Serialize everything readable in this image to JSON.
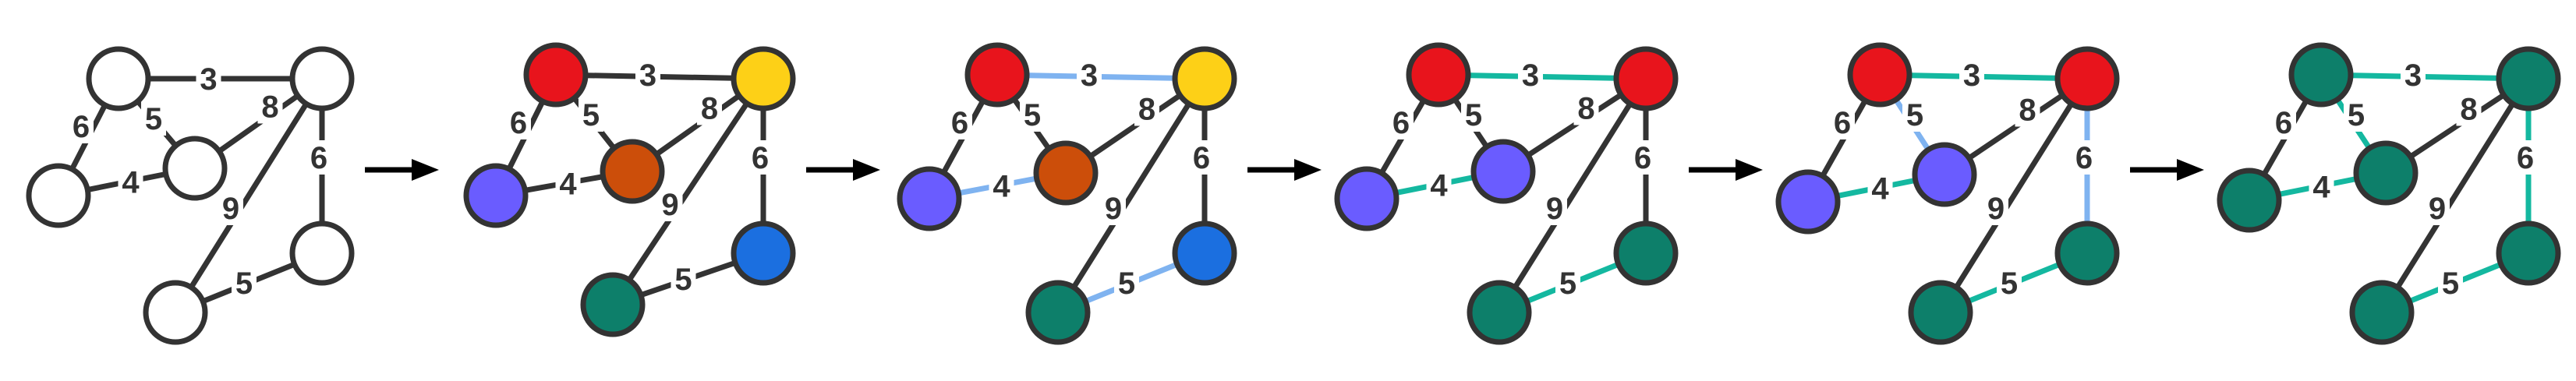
{
  "colors": {
    "stroke": "#333333",
    "edge_default": "#333333",
    "node_empty": "#ffffff",
    "arrow": "#000000",
    "label_bg": "#ffffff"
  },
  "graph": {
    "nodes": [
      "n1",
      "n2",
      "n3",
      "n4",
      "n5",
      "n6",
      "n7"
    ],
    "edges": [
      {
        "id": "e13",
        "from": "n1",
        "to": "n2",
        "weight": "3"
      },
      {
        "id": "e15",
        "from": "n1",
        "to": "n4",
        "weight": "6"
      },
      {
        "id": "e14",
        "from": "n1",
        "to": "n3",
        "weight": "5"
      },
      {
        "id": "e45",
        "from": "n4",
        "to": "n3",
        "weight": "4"
      },
      {
        "id": "e23",
        "from": "n2",
        "to": "n3",
        "weight": "8"
      },
      {
        "id": "e26",
        "from": "n2",
        "to": "n5",
        "weight": "6"
      },
      {
        "id": "e27",
        "from": "n2",
        "to": "n7",
        "weight": "9"
      },
      {
        "id": "e67",
        "from": "n7",
        "to": "n5",
        "weight": "5"
      }
    ]
  },
  "steps": [
    {
      "nodes": {
        "n1": "#ffffff",
        "n2": "#ffffff",
        "n3": "#ffffff",
        "n4": "#ffffff",
        "n5": "#ffffff",
        "n7": "#ffffff"
      },
      "edges": {}
    },
    {
      "nodes": {
        "n1": "#e8141c",
        "n2": "#fdd017",
        "n3": "#cc4e0a",
        "n4": "#6a5cff",
        "n5": "#1b6fe0",
        "n7": "#0d7f6a"
      },
      "edges": {}
    },
    {
      "nodes": {
        "n1": "#e8141c",
        "n2": "#fdd017",
        "n3": "#cc4e0a",
        "n4": "#6a5cff",
        "n5": "#1b6fe0",
        "n7": "#0d7f6a"
      },
      "edges": {
        "e13": "#7fb3f0",
        "e45": "#7fb3f0",
        "e67": "#7fb3f0"
      }
    },
    {
      "nodes": {
        "n1": "#e8141c",
        "n2": "#e8141c",
        "n3": "#6a5cff",
        "n4": "#6a5cff",
        "n5": "#0d7f6a",
        "n7": "#0d7f6a"
      },
      "edges": {
        "e13": "#14b8a0",
        "e45": "#14b8a0",
        "e67": "#14b8a0"
      }
    },
    {
      "nodes": {
        "n1": "#e8141c",
        "n2": "#e8141c",
        "n3": "#6a5cff",
        "n4": "#6a5cff",
        "n5": "#0d7f6a",
        "n7": "#0d7f6a"
      },
      "edges": {
        "e13": "#14b8a0",
        "e45": "#14b8a0",
        "e67": "#14b8a0",
        "e14": "#7fb3f0",
        "e26": "#7fb3f0"
      }
    },
    {
      "nodes": {
        "n1": "#0d7f6a",
        "n2": "#0d7f6a",
        "n3": "#0d7f6a",
        "n4": "#0d7f6a",
        "n5": "#0d7f6a",
        "n7": "#0d7f6a"
      },
      "edges": {
        "e13": "#14b8a0",
        "e45": "#14b8a0",
        "e67": "#14b8a0",
        "e14": "#14b8a0",
        "e26": "#14b8a0"
      }
    }
  ]
}
